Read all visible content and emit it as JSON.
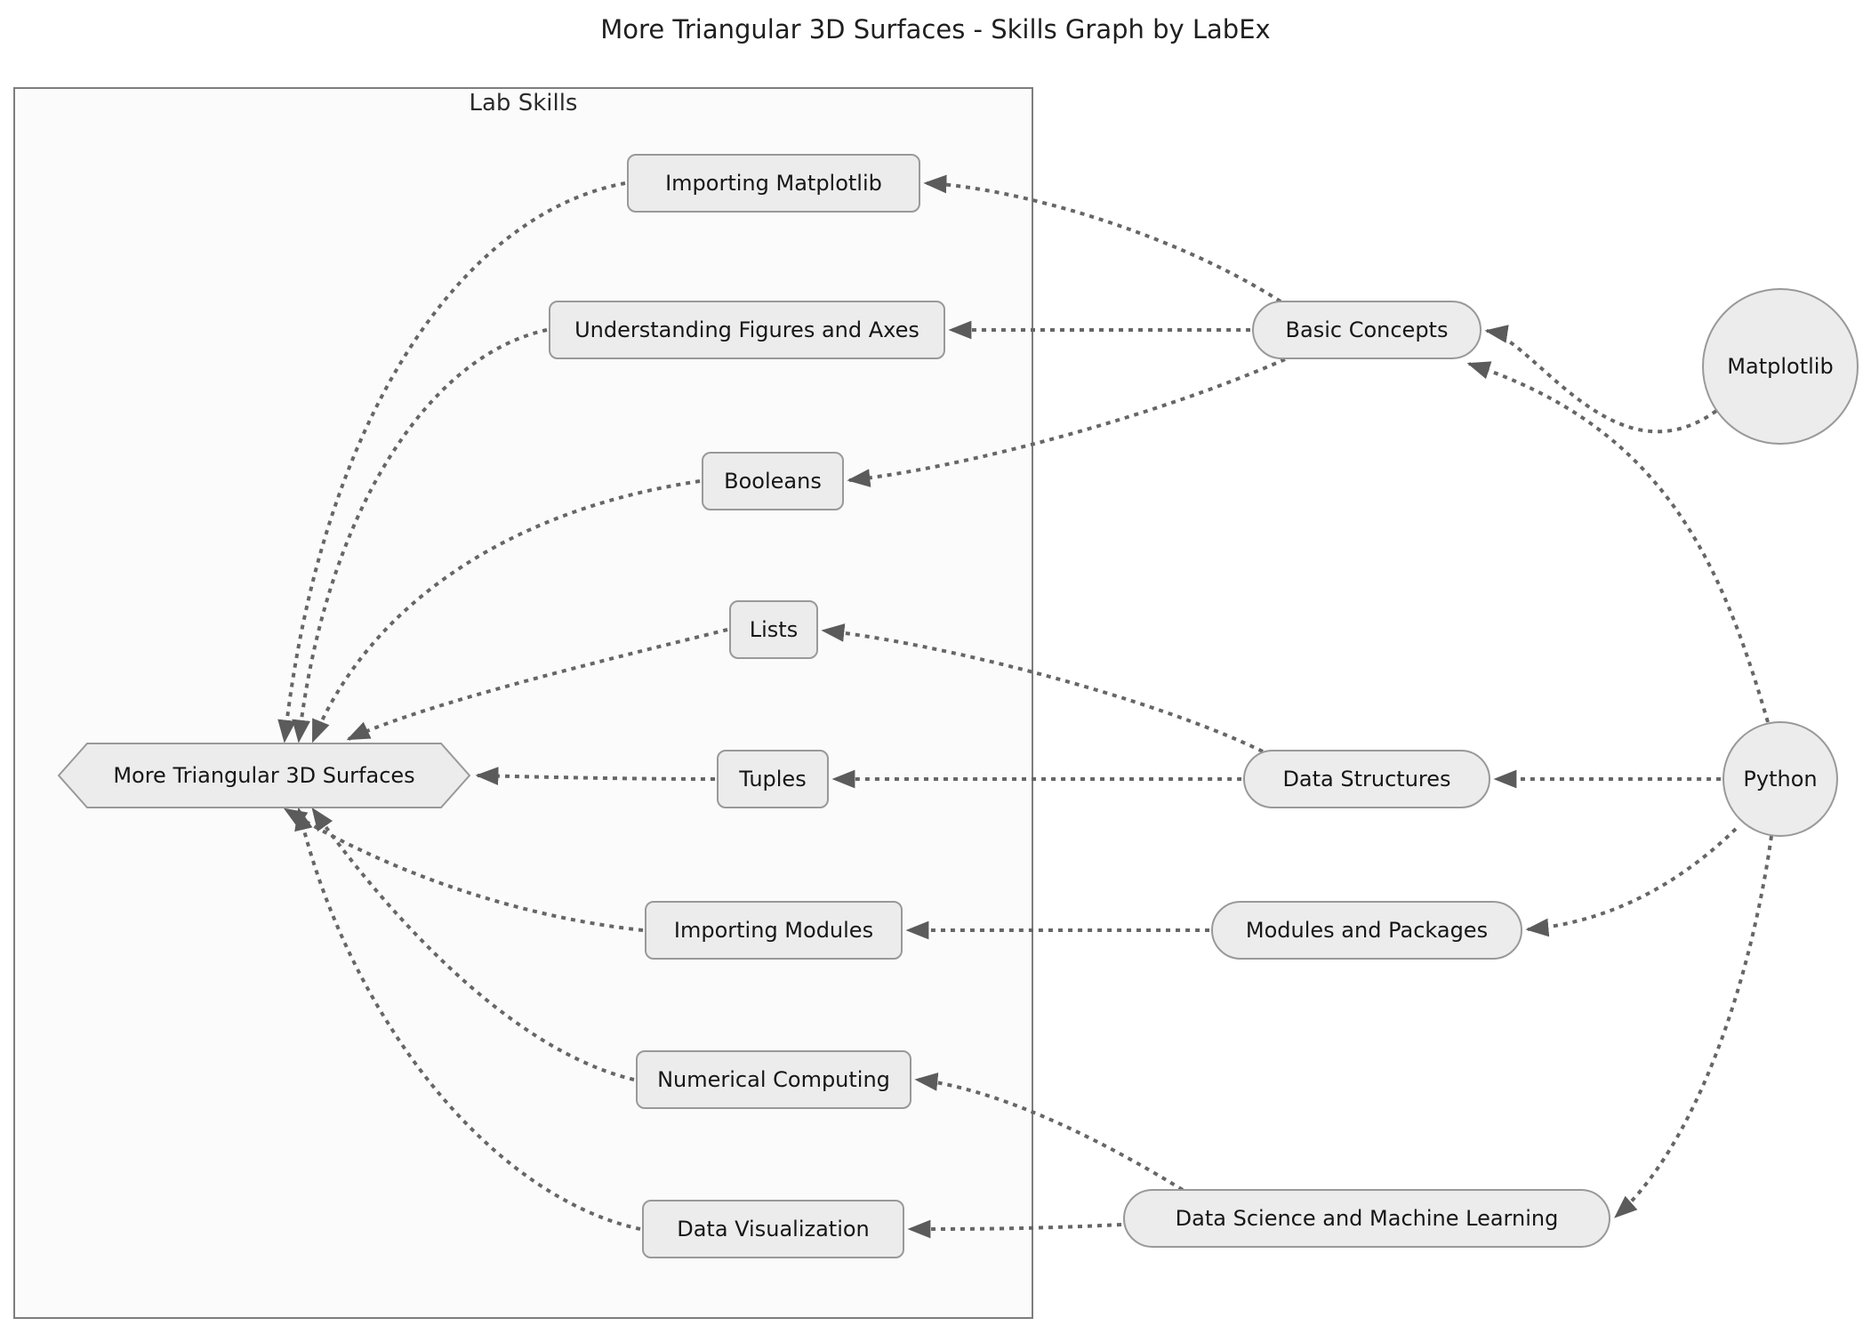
{
  "title": "More Triangular 3D Surfaces - Skills Graph by LabEx",
  "cluster": {
    "label": "Lab Skills"
  },
  "nodes": {
    "main": {
      "label": "More Triangular 3D Surfaces",
      "shape": "hexagon"
    },
    "importing_matplotlib": {
      "label": "Importing Matplotlib",
      "shape": "rounded-rect"
    },
    "understanding_figures_and_axes": {
      "label": "Understanding Figures and Axes",
      "shape": "rounded-rect"
    },
    "booleans": {
      "label": "Booleans",
      "shape": "rounded-rect"
    },
    "lists": {
      "label": "Lists",
      "shape": "rounded-rect"
    },
    "tuples": {
      "label": "Tuples",
      "shape": "rounded-rect"
    },
    "importing_modules": {
      "label": "Importing Modules",
      "shape": "rounded-rect"
    },
    "numerical_computing": {
      "label": "Numerical Computing",
      "shape": "rounded-rect"
    },
    "data_visualization": {
      "label": "Data Visualization",
      "shape": "rounded-rect"
    },
    "basic_concepts": {
      "label": "Basic Concepts",
      "shape": "stadium"
    },
    "data_structures": {
      "label": "Data Structures",
      "shape": "stadium"
    },
    "modules_and_packages": {
      "label": "Modules and Packages",
      "shape": "stadium"
    },
    "data_science_and_machine_learning": {
      "label": "Data Science and Machine Learning",
      "shape": "stadium"
    },
    "matplotlib": {
      "label": "Matplotlib",
      "shape": "circle"
    },
    "python": {
      "label": "Python",
      "shape": "circle"
    }
  },
  "edges": [
    {
      "from": "importing_matplotlib",
      "to": "main"
    },
    {
      "from": "understanding_figures_and_axes",
      "to": "main"
    },
    {
      "from": "booleans",
      "to": "main"
    },
    {
      "from": "lists",
      "to": "main"
    },
    {
      "from": "tuples",
      "to": "main"
    },
    {
      "from": "importing_modules",
      "to": "main"
    },
    {
      "from": "numerical_computing",
      "to": "main"
    },
    {
      "from": "data_visualization",
      "to": "main"
    },
    {
      "from": "basic_concepts",
      "to": "importing_matplotlib"
    },
    {
      "from": "basic_concepts",
      "to": "understanding_figures_and_axes"
    },
    {
      "from": "basic_concepts",
      "to": "booleans"
    },
    {
      "from": "data_structures",
      "to": "lists"
    },
    {
      "from": "data_structures",
      "to": "tuples"
    },
    {
      "from": "modules_and_packages",
      "to": "importing_modules"
    },
    {
      "from": "data_science_and_machine_learning",
      "to": "numerical_computing"
    },
    {
      "from": "data_science_and_machine_learning",
      "to": "data_visualization"
    },
    {
      "from": "matplotlib",
      "to": "basic_concepts"
    },
    {
      "from": "python",
      "to": "basic_concepts"
    },
    {
      "from": "python",
      "to": "data_structures"
    },
    {
      "from": "python",
      "to": "modules_and_packages"
    },
    {
      "from": "python",
      "to": "data_science_and_machine_learning"
    }
  ],
  "colors": {
    "node_fill": "#ececec",
    "node_border": "#999999",
    "edge": "#666666",
    "arrowhead": "#5b5b5b",
    "cluster_fill": "#fbfbfb",
    "cluster_border": "#7d7d7d",
    "text": "#161616"
  }
}
